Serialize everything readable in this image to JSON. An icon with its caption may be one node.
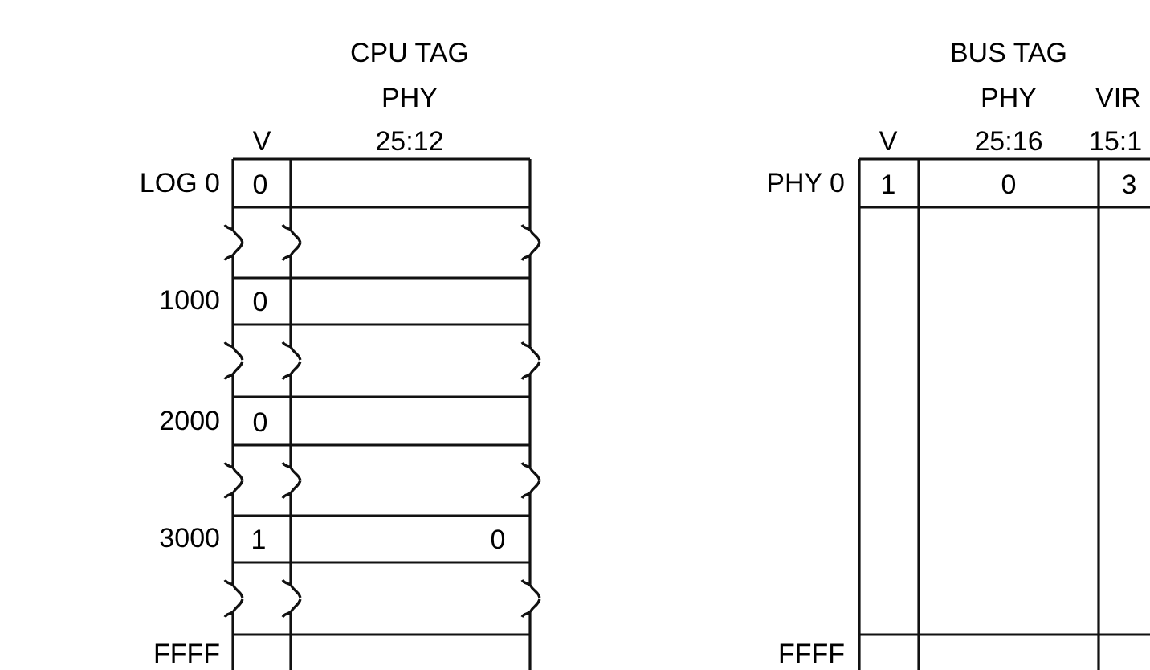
{
  "diagram": {
    "labels": [
      "CPU TAG",
      "PHY",
      "V",
      "25:12",
      "LOG 0",
      "0",
      "1000",
      "0",
      "2000",
      "0",
      "3000",
      "1",
      "0",
      "FFFF",
      "BUS TAG",
      "PHY",
      "VIR",
      "V",
      "25:16",
      "15:1",
      "PHY 0",
      "1",
      "0",
      "3",
      "FFFF"
    ]
  }
}
